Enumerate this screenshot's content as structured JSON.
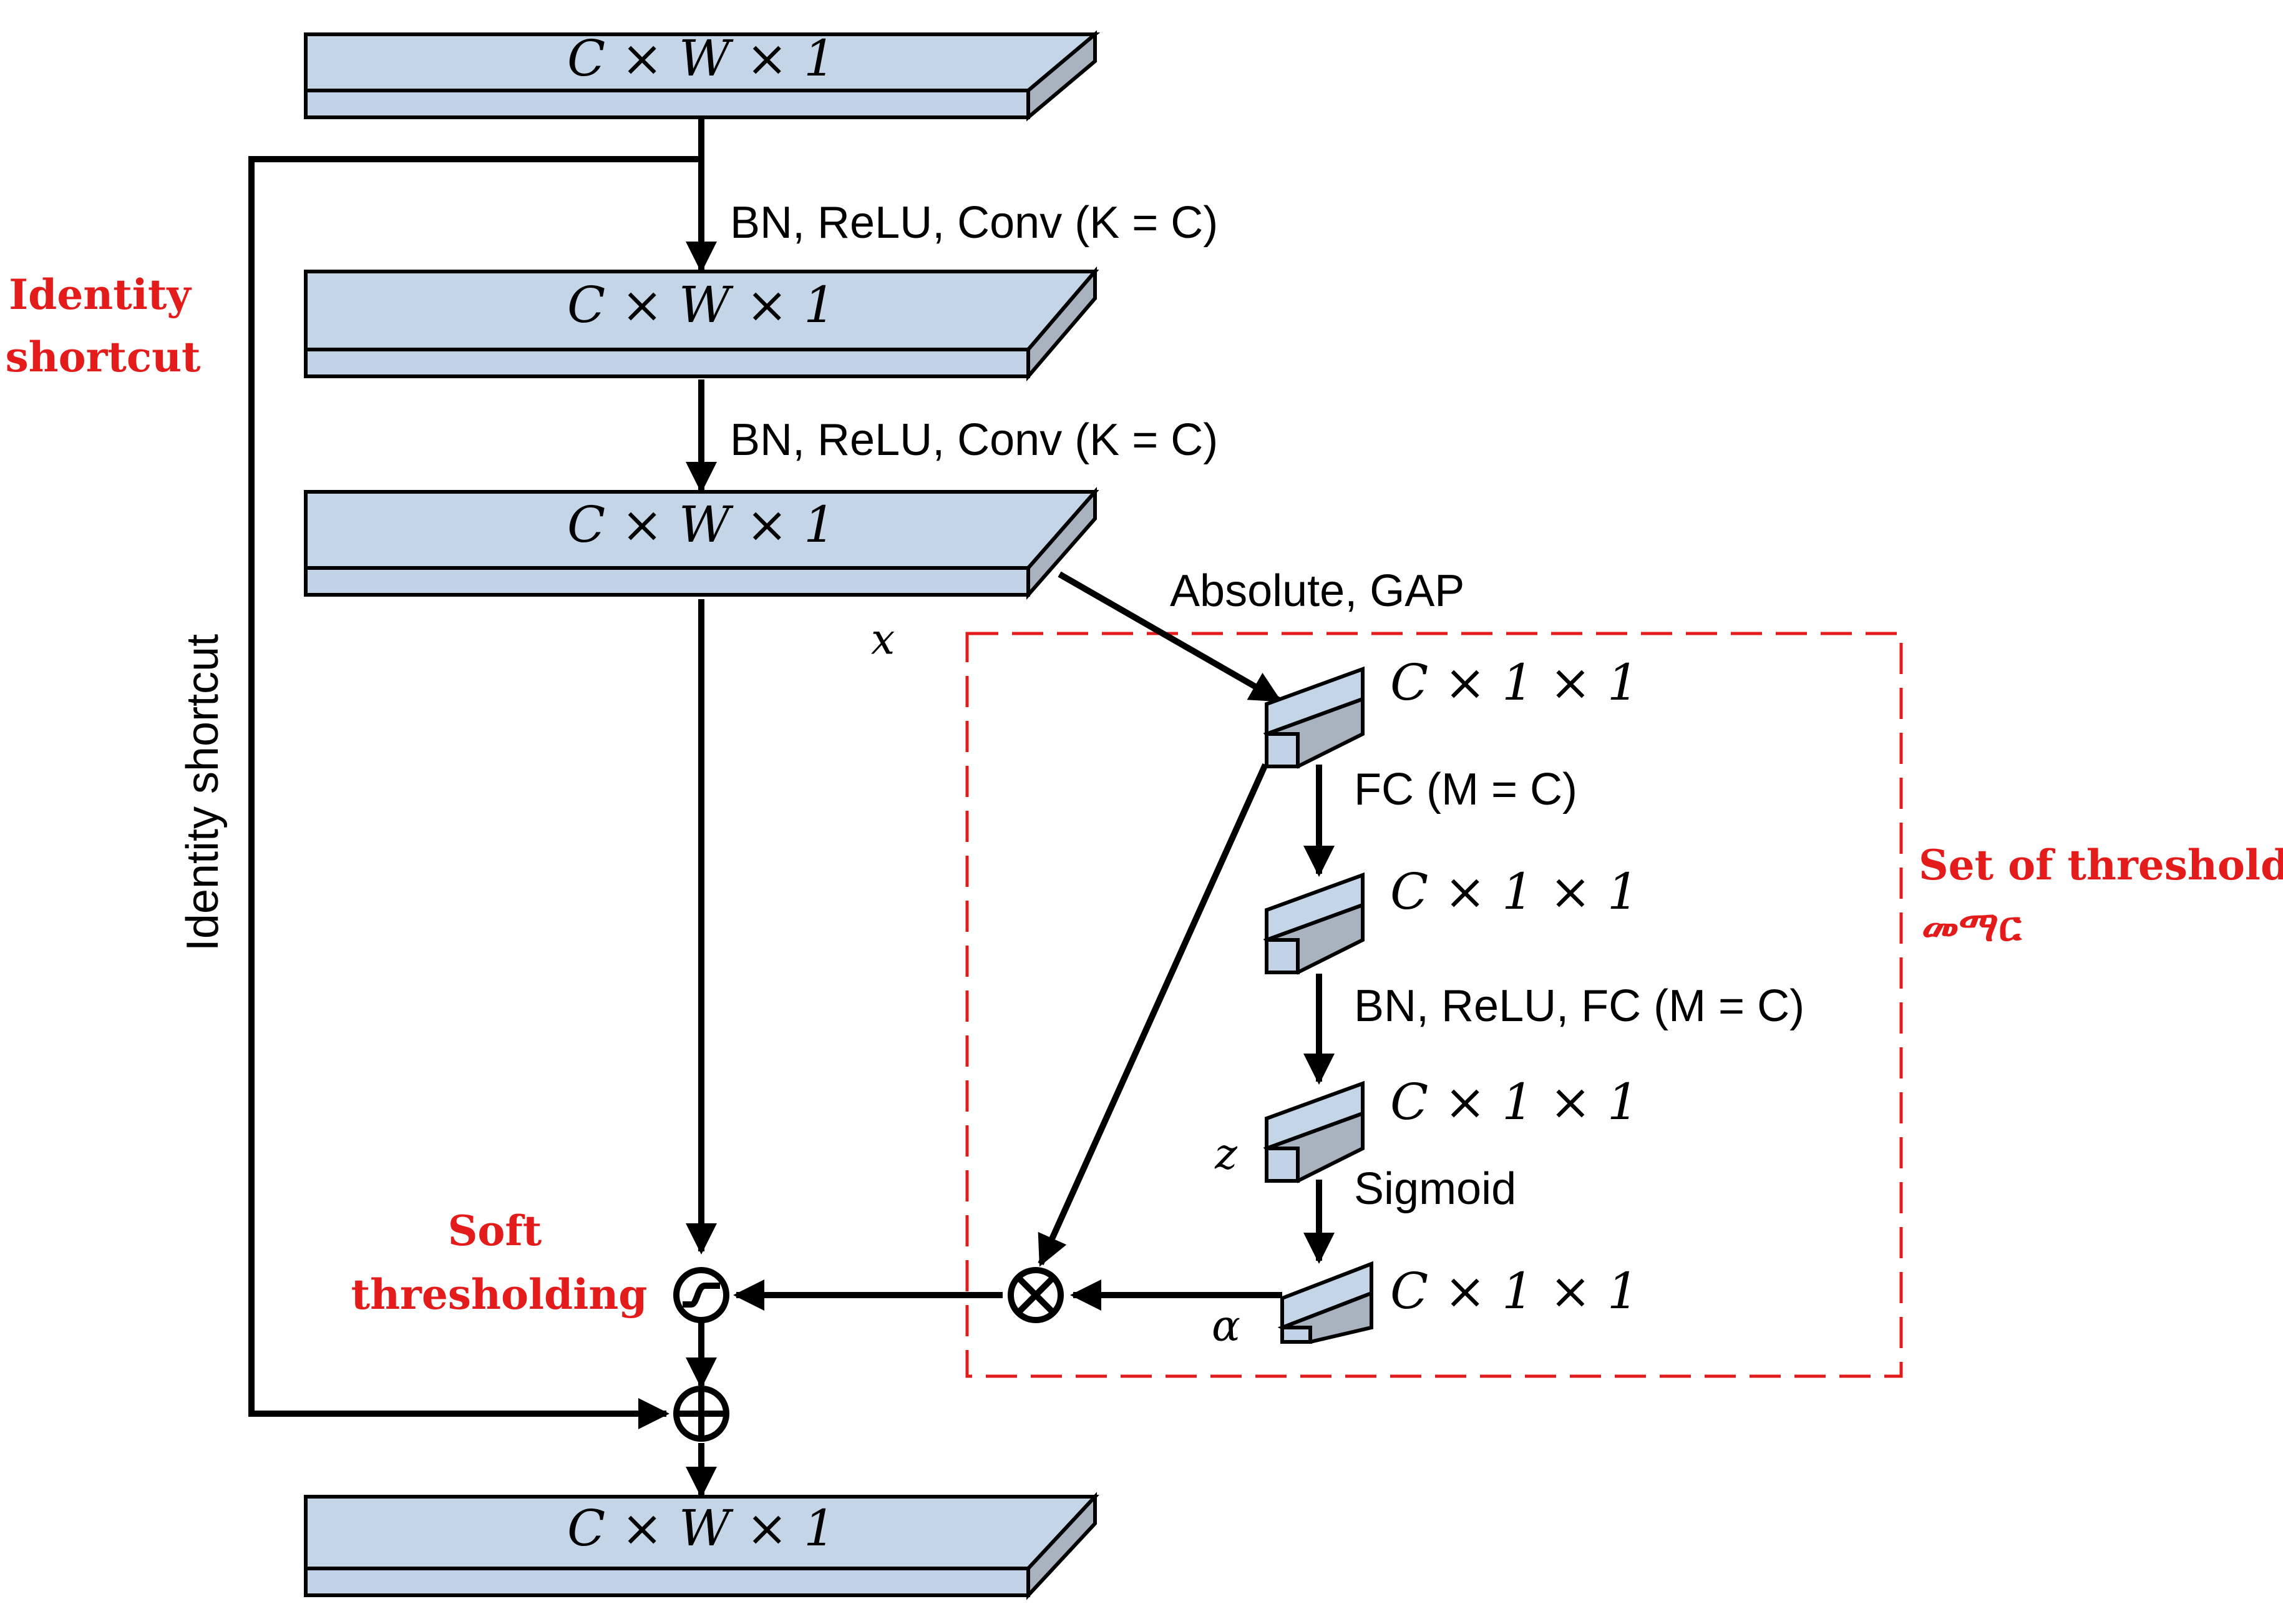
{
  "colors": {
    "slab_top": "#c5d5e8",
    "slab_front": "#c2d3e8",
    "slab_side": "#a9b2bf",
    "line": "#000000",
    "annotation_red": "#e41b1b"
  },
  "layers": {
    "input": "C × W × 1",
    "conv1_out": "C × W × 1",
    "conv2_out": "C × W × 1",
    "gap_out": "C × 1 × 1",
    "fc1_out": "C × 1 × 1",
    "fc2_out": "C × 1 × 1",
    "sigmoid_out": "C × 1 × 1",
    "output": "C × W × 1"
  },
  "ops": {
    "conv1": "BN, ReLU, Conv (K = C)",
    "conv2": "BN, ReLU, Conv (K = C)",
    "gap": "Absolute, GAP",
    "fc1": "FC (M = C)",
    "fc2": "BN, ReLU, FC (M = C)",
    "sigmoid": "Sigmoid"
  },
  "vars": {
    "x": "x",
    "z": "z",
    "alpha": "α"
  },
  "shortcut_label": "Identity shortcut",
  "annotations": {
    "identity_line1": "Identity",
    "identity_line2": "shortcut",
    "soft_line1": "Soft",
    "soft_line2": "thresholding",
    "thresholds_line1": "Set of thresholds",
    "thresholds_line2": "መማር"
  }
}
